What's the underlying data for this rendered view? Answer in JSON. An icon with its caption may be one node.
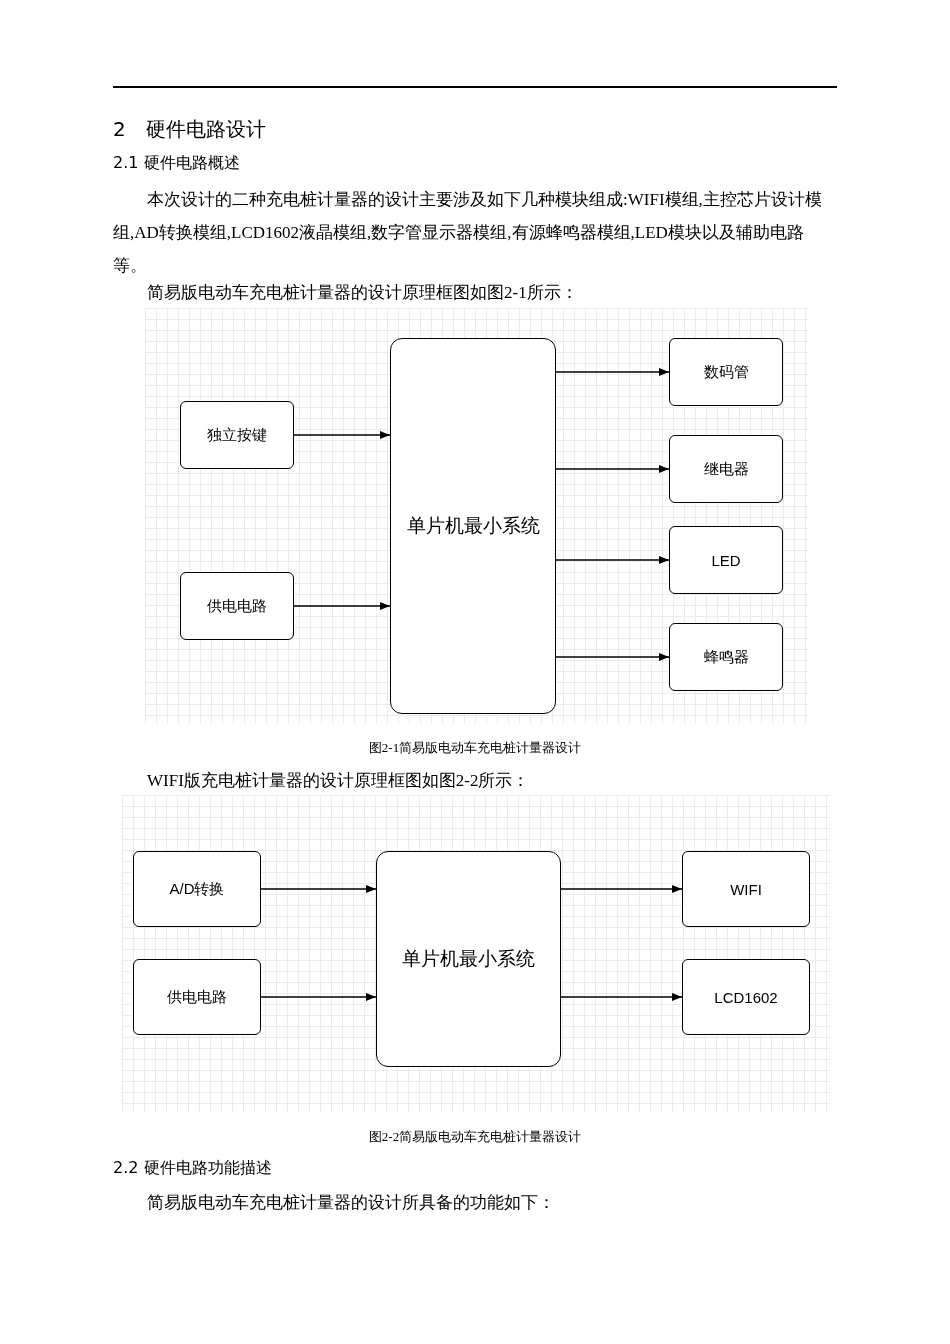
{
  "diagram": {
    "nodes": [
      {
        "text": [
          "独立按键"
        ]
      },
      {
        "text": [
          "供电电路"
        ]
      },
      {
        "text": [
          "单片机最小系统"
        ]
      },
      {
        "text": [
          "数码管"
        ]
      },
      {
        "text": [
          "继电器"
        ]
      },
      {
        "text": [
          "LED"
        ]
      },
      {
        "text": [
          "蜂鸣器"
        ]
      },
      {
        "text": [
          "A/D转换"
        ]
      },
      {
        "text": [
          "供电电路"
        ]
      },
      {
        "text": [
          "单片机最小系统"
        ]
      },
      {
        "text": [
          "WIFI"
        ]
      },
      {
        "text": [
          "LCD1602"
        ]
      }
    ],
    "edges": [
      {
        "from": 0,
        "to": 2,
        "arrow": "to"
      },
      {
        "from": 1,
        "to": 2,
        "arrow": "to"
      },
      {
        "from": 2,
        "to": 3,
        "arrow": "to"
      },
      {
        "from": 2,
        "to": 4,
        "arrow": "to"
      },
      {
        "from": 2,
        "to": 5,
        "arrow": "to"
      },
      {
        "from": 2,
        "to": 6,
        "arrow": "to"
      },
      {
        "from": 7,
        "to": 9,
        "arrow": "to"
      },
      {
        "from": 8,
        "to": 9,
        "arrow": "to"
      },
      {
        "from": 9,
        "to": 10,
        "arrow": "to"
      },
      {
        "from": 9,
        "to": 11,
        "arrow": "to"
      }
    ],
    "labels": [
      "2　硬件电路设计",
      "2.1 硬件电路概述",
      "本次设计的二种充电桩计量器的设计主要涉及如下几种模块组成:WIFI模组,主控芯片设计模组,AD转换模组,LCD1602液晶模组,数字管显示器模组,有源蜂鸣器模组,LED模块以及辅助电路等。",
      "简易版电动车充电桩计量器的设计原理框图如图2-1所示：",
      "图2-1简易版电动车充电桩计量器设计",
      "WIFI版充电桩计量器的设计原理框图如图2-2所示：",
      "图2-2简易版电动车充电桩计量器设计",
      "2.2 硬件电路功能描述",
      "简易版电动车充电桩计量器的设计所具备的功能如下："
    ]
  }
}
